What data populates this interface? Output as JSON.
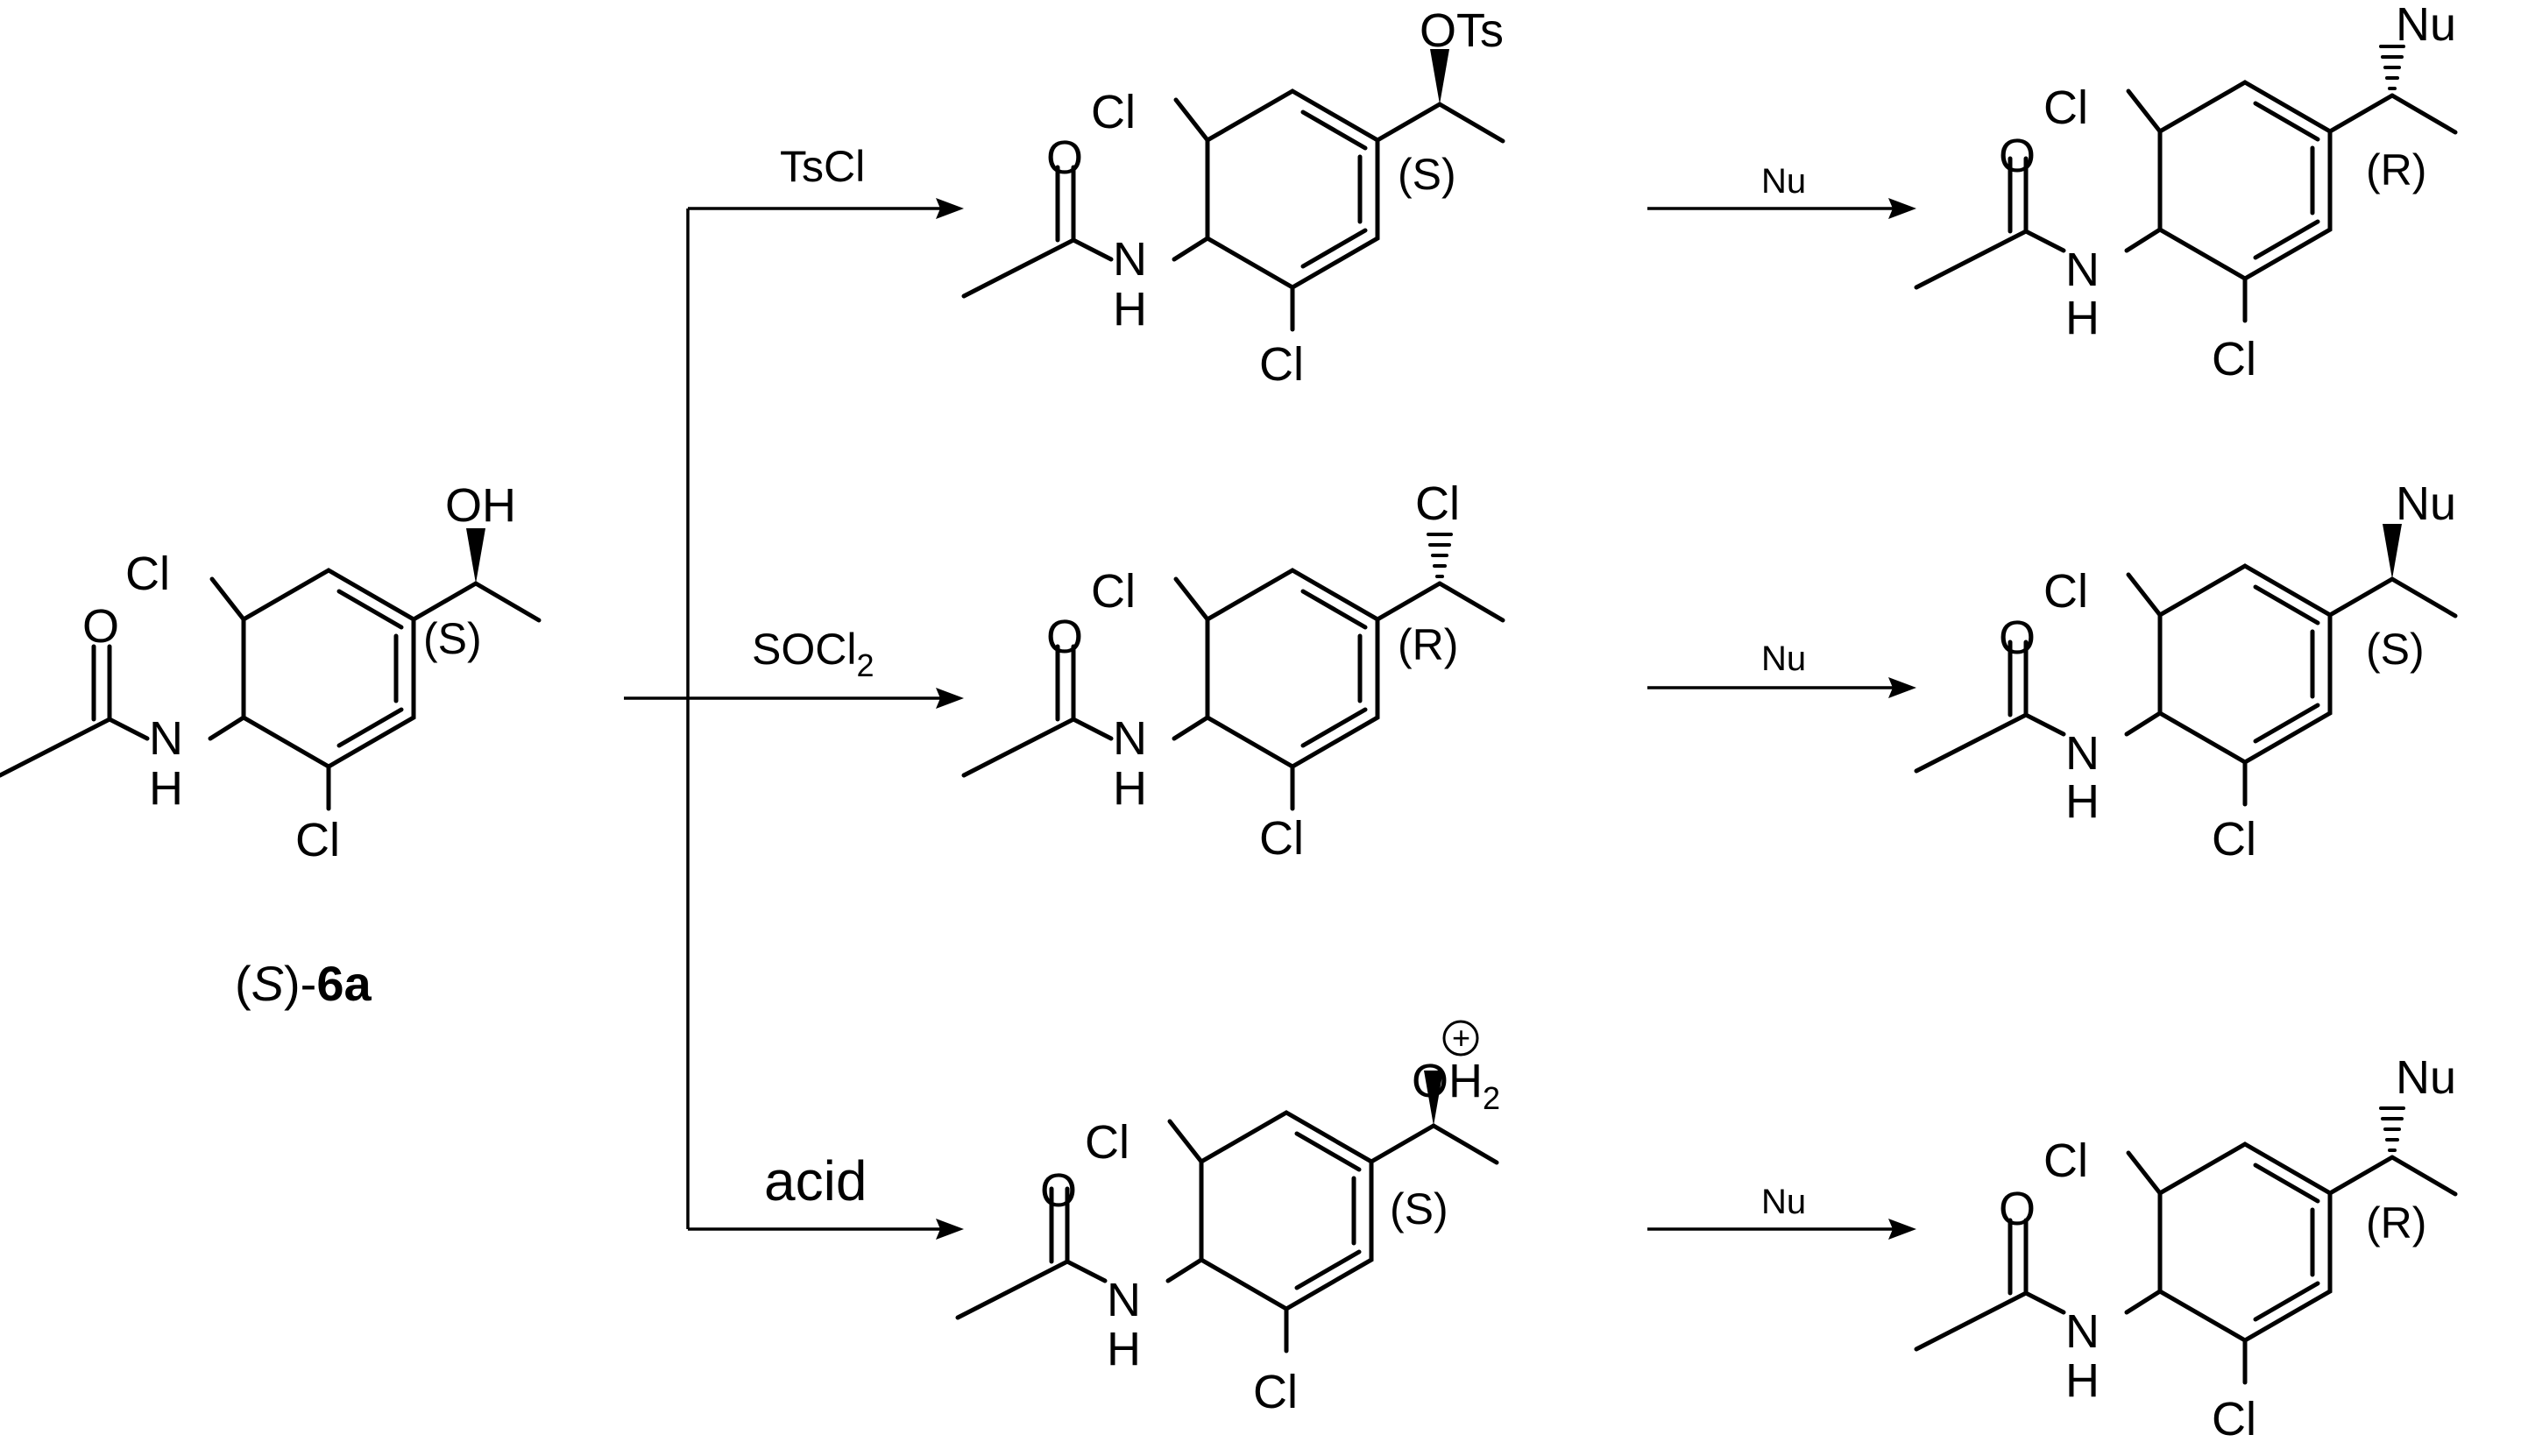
{
  "compound_label": {
    "prefix": "(",
    "S": "S",
    "suffix": ")-",
    "number": "6a"
  },
  "atoms": {
    "Cl": "Cl",
    "O": "O",
    "N": "N",
    "H": "H",
    "OH": "OH",
    "OTs": "OTs",
    "Nu": "Nu",
    "OH2": "OH",
    "two": "2",
    "plus": "+"
  },
  "stereo": {
    "S": "(S)",
    "R": "(R)"
  },
  "reagents": {
    "tscl": "TsCl",
    "socl2_main": "SOCl",
    "socl2_sub": "2",
    "acid": "acid",
    "nu": "Nu"
  },
  "rows": [
    {
      "intermediate_group": "OTs",
      "intermediate_stereo": "(S)",
      "reagent": "TsCl",
      "product_stereo": "(R)"
    },
    {
      "intermediate_group": "Cl",
      "intermediate_stereo": "(R)",
      "reagent": "SOCl2",
      "product_stereo": "(S)"
    },
    {
      "intermediate_group": "OH2+",
      "intermediate_stereo": "(S)",
      "reagent": "acid",
      "product_stereo": "(R)"
    }
  ]
}
